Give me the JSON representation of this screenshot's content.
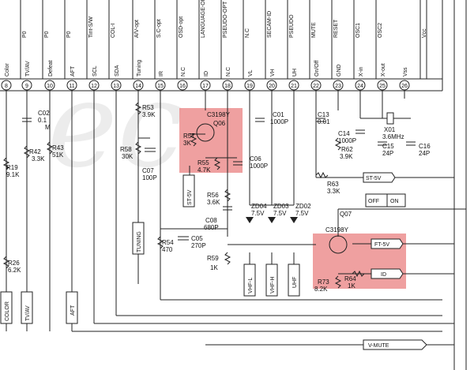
{
  "watermark": "ec",
  "top_labels": [
    "P0",
    "P0",
    "P0",
    "Tint-S/W",
    "COL-I",
    "A/V-opt",
    "S.C-opt",
    "OSD-opt",
    "LANGUAGE-OPT",
    "PSEUDO-OPT",
    "N.C",
    "SECAM-ID",
    "PSEUDO",
    "MUTE",
    "RESET",
    "OSC1",
    "OSC2",
    "Vcc"
  ],
  "pin_names": [
    "Color",
    "TV/AV",
    "Defeat",
    "AFT",
    "SCL",
    "SDA",
    "Tuning",
    "IR",
    "N.C",
    "ID",
    "N.C",
    "VL",
    "VH",
    "UH",
    "On/Off",
    "GND",
    "X-in",
    "X-out",
    "Vss"
  ],
  "pins": [
    "8",
    "9",
    "10",
    "11",
    "12",
    "13",
    "14",
    "15",
    "16",
    "17",
    "18",
    "19",
    "20",
    "21",
    "22",
    "23",
    "24",
    "25",
    "26"
  ],
  "components": {
    "c02": [
      "C02",
      "0.1",
      "M"
    ],
    "r19": [
      "R19",
      "9.1K"
    ],
    "r42": [
      "R42",
      "3.3K"
    ],
    "r43": [
      "R43",
      "51K"
    ],
    "r53": [
      "R53",
      "3.9K"
    ],
    "r58": [
      "R58",
      "30K"
    ],
    "c07": [
      "C07",
      "100P"
    ],
    "r57": [
      "R57",
      "3K"
    ],
    "q06": [
      "C3198Y",
      "Q06"
    ],
    "r55": [
      "R55",
      "4.7K"
    ],
    "c06": [
      "C06",
      "1000P"
    ],
    "c01": [
      "C01",
      "1000P"
    ],
    "r56": [
      "R56",
      "3.6K"
    ],
    "c08": [
      "C08",
      "680P"
    ],
    "r54": [
      "R54",
      "470"
    ],
    "c05": [
      "C05",
      "270P"
    ],
    "r59": [
      "R59",
      "1K"
    ],
    "c13": [
      "C13",
      "0.01"
    ],
    "c14": [
      "C14",
      "1000P"
    ],
    "x01": [
      "X01",
      "3.6MHz"
    ],
    "r62": [
      "R62",
      "3.9K"
    ],
    "c15": [
      "C15",
      "24P"
    ],
    "c16": [
      "C16",
      "24P"
    ],
    "r63": [
      "R63",
      "3.3K"
    ],
    "r26": [
      "R26",
      "6.2K"
    ],
    "zd04": [
      "ZD04",
      "7.5V"
    ],
    "zd03": [
      "ZD03",
      "7.5V"
    ],
    "zd02": [
      "ZD02",
      "7.5V"
    ],
    "q07": [
      "Q07",
      "C3198Y"
    ],
    "r73": [
      "R73",
      "8.2K"
    ],
    "r64": [
      "R64",
      "1K"
    ]
  },
  "nets": {
    "st5v_a": "ST-5V",
    "st5v_b": "ST-5V",
    "ft5v": "FT-5V",
    "id": "ID",
    "vmute": "V-MUTE",
    "tuning": "TUNING",
    "color": "COLOR",
    "tvav": "TV/AV",
    "aft": "AFT",
    "vhfl": "VHF-L",
    "vhfh": "VHF-H",
    "uhf": "UHF",
    "off": "OFF",
    "on": "ON"
  },
  "highlight_color": "#ec8f8f"
}
